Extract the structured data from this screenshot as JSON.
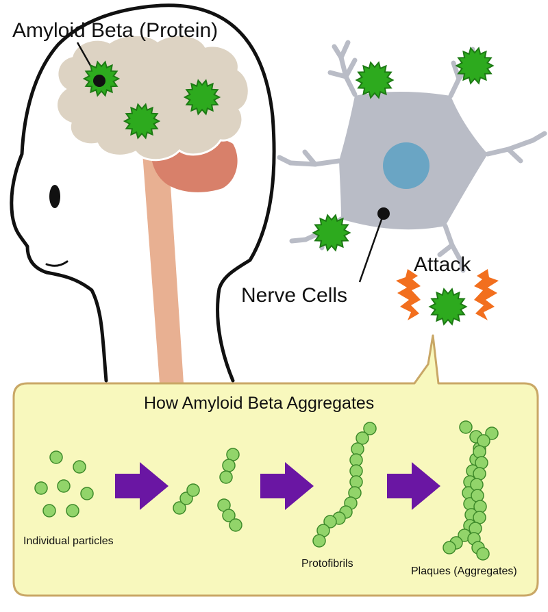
{
  "labels": {
    "amyloid_beta": "Amyloid Beta (Protein)",
    "nerve_cells": "Nerve Cells",
    "attack": "Attack"
  },
  "panel": {
    "title": "How Amyloid Beta Aggregates",
    "stages": [
      {
        "label": "Individual particles"
      },
      {
        "label": ""
      },
      {
        "label": "Protofibrils"
      },
      {
        "label": "Plaques (Aggregates)"
      }
    ]
  },
  "colors": {
    "brain": "#ddd3c3",
    "cerebellum": "#d8806a",
    "brainstem": "#e8b092",
    "neuron_body": "#b9bcc6",
    "nucleus": "#6aa5c4",
    "amyloid": "#2daa1e",
    "amyloid_edge": "#1d7a14",
    "particle": "#92d46a",
    "particle_edge": "#3e8a2a",
    "arrow": "#6a16a3",
    "attack": "#f26f1e",
    "panel_fill": "#f8f8bd",
    "panel_border": "#c9a766"
  },
  "icons": [
    "amyloid-beta-icon",
    "nerve-cell-icon",
    "attack-bolt-icon",
    "stage-arrow-icon"
  ]
}
